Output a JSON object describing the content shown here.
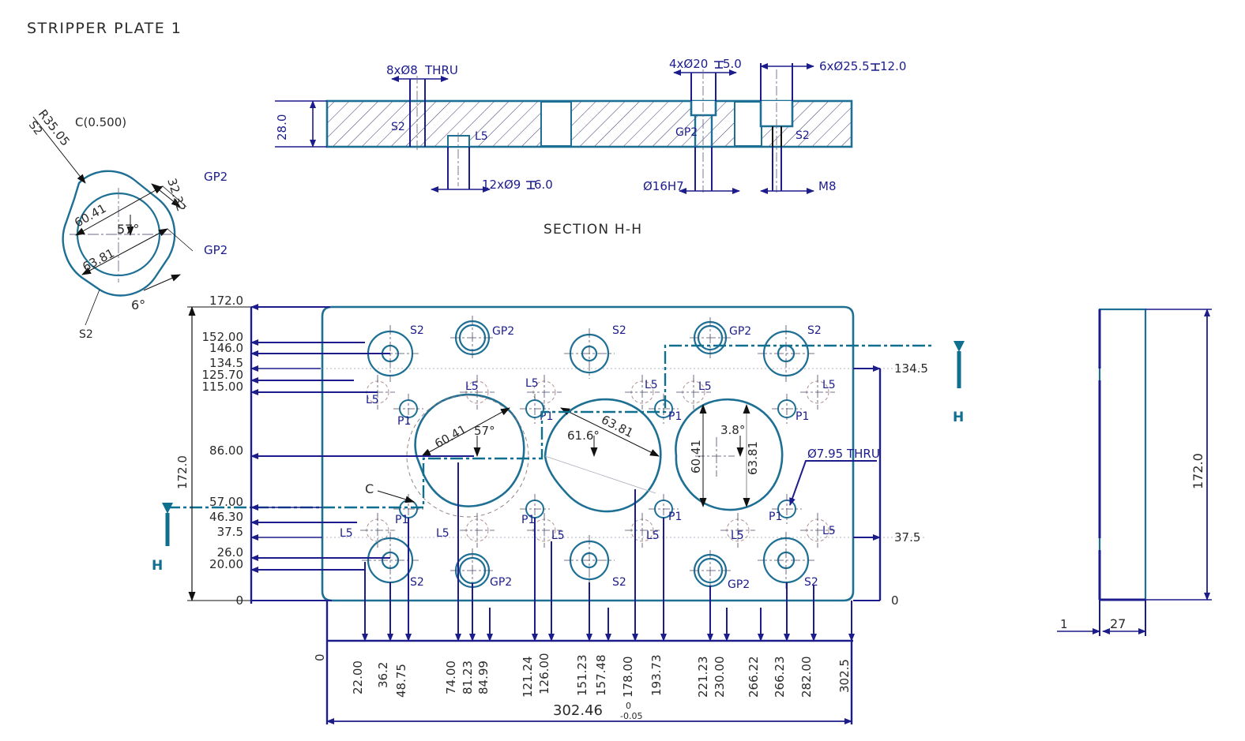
{
  "drawing": {
    "title": "STRIPPER PLATE 1",
    "section_label": "SECTION H-H",
    "detail_label": "C(0.500)",
    "detail_callout": "C",
    "section_mark_left": "H",
    "section_mark_right": "H"
  },
  "colors": {
    "outline": "#1d6f93",
    "dimension": "#1c1c8c",
    "section_arrow": "#0f6f8f",
    "hatch": "#3a3a6e",
    "text_dark": "#2a2a2a",
    "centerline": "#6a6a8a",
    "background": "#ffffff"
  },
  "detail_view": {
    "label": "C(0.500)",
    "radius": "R35.05",
    "surface_top": "S2",
    "surface_bottom": "S2",
    "dim_width": "60.41",
    "dim_height": "63.81",
    "dim_offset": "32.32",
    "angle_main": "57°",
    "angle_small": "6°",
    "feature_labels": [
      "GP2",
      "GP2"
    ]
  },
  "section_view": {
    "title": "SECTION H-H",
    "thickness": "28.0",
    "callouts": [
      {
        "id": "holes-8x8",
        "text": "8x Ø8  THRU"
      },
      {
        "id": "holes-12x9",
        "text": "12xØ9  ↥5 6.0"
      },
      {
        "id": "holes-4x20",
        "text": "4x Ø20    ↥5.0"
      },
      {
        "id": "holes-6x25",
        "text": "6x Ø25.5  ↥12.0"
      },
      {
        "id": "bore-16h7",
        "text": "Ø16H7"
      },
      {
        "id": "thread-m8",
        "text": "M8"
      }
    ],
    "callout_12x9": "12xØ9",
    "callout_12x9_depth": "6.0",
    "callout_8x8": "8xØ8",
    "callout_8x8_thru": "THRU",
    "callout_4x20": "4xØ20",
    "callout_4x20_depth": "5.0",
    "callout_6x25": "6xØ25.5",
    "callout_6x25_depth": "12.0",
    "callout_bore": "Ø16H7",
    "callout_thread": "M8",
    "inline_labels": [
      "S2",
      "L5",
      "GP2",
      "S2"
    ]
  },
  "main_view": {
    "vertical_dims": [
      "172.0",
      "152.00",
      "146.0",
      "134.5",
      "125.70",
      "115.00",
      "86.00",
      "57.00",
      "46.30",
      "37.5",
      "26.0",
      "20.00",
      "0"
    ],
    "overall_height": "172.0",
    "right_dims": [
      "134.5",
      "37.5",
      "0"
    ],
    "horizontal_dims": [
      "0",
      "22.00",
      "36.2",
      "48.75",
      "74.00",
      "81.23",
      "84.99",
      "121.24",
      "126.00",
      "151.23",
      "157.48",
      "178.00",
      "193.73",
      "221.23",
      "230.00",
      "266.22",
      "266.23",
      "282.00",
      "302.5"
    ],
    "overall_length": "302.46",
    "overall_length_tol_upper": "0",
    "overall_length_tol_lower": "-0.05",
    "cavity_dims": {
      "left_width": "60.41",
      "left_angle": "57°",
      "mid_angle": "61.6°",
      "mid_width": "63.81",
      "right_height": "60.41",
      "right_angle": "3.8°",
      "right_width": "63.81"
    },
    "thru_callout": "Ø7.95  THRU",
    "hole_tags": {
      "s2": "S2",
      "gp2": "GP2",
      "l5": "L5",
      "p1": "P1"
    }
  },
  "side_view": {
    "height": "172.0",
    "edge": "1",
    "thickness": "27"
  }
}
